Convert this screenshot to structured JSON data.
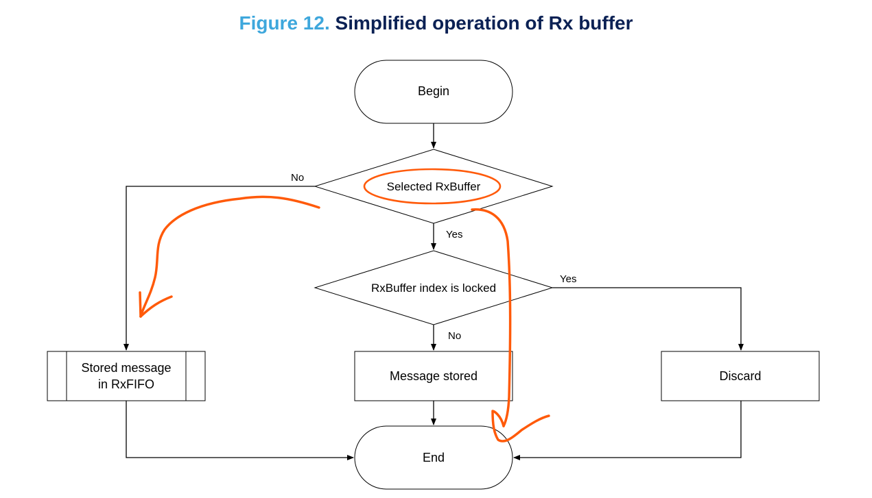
{
  "title": {
    "figure_label": "Figure 12.",
    "caption": "Simplified operation of Rx buffer"
  },
  "nodes": {
    "begin": "Begin",
    "decision_selected": "Selected RxBuffer",
    "decision_locked": "RxBuffer index is locked",
    "stored_fifo_line1": "Stored message",
    "stored_fifo_line2": "in RxFIFO",
    "message_stored": "Message stored",
    "discard": "Discard",
    "end": "End"
  },
  "edge_labels": {
    "selected_no": "No",
    "selected_yes": "Yes",
    "locked_yes": "Yes",
    "locked_no": "No"
  },
  "colors": {
    "title_figure": "#3ea7dc",
    "title_caption": "#0b2154",
    "annotation": "#ff5a0a",
    "line": "#000000"
  }
}
